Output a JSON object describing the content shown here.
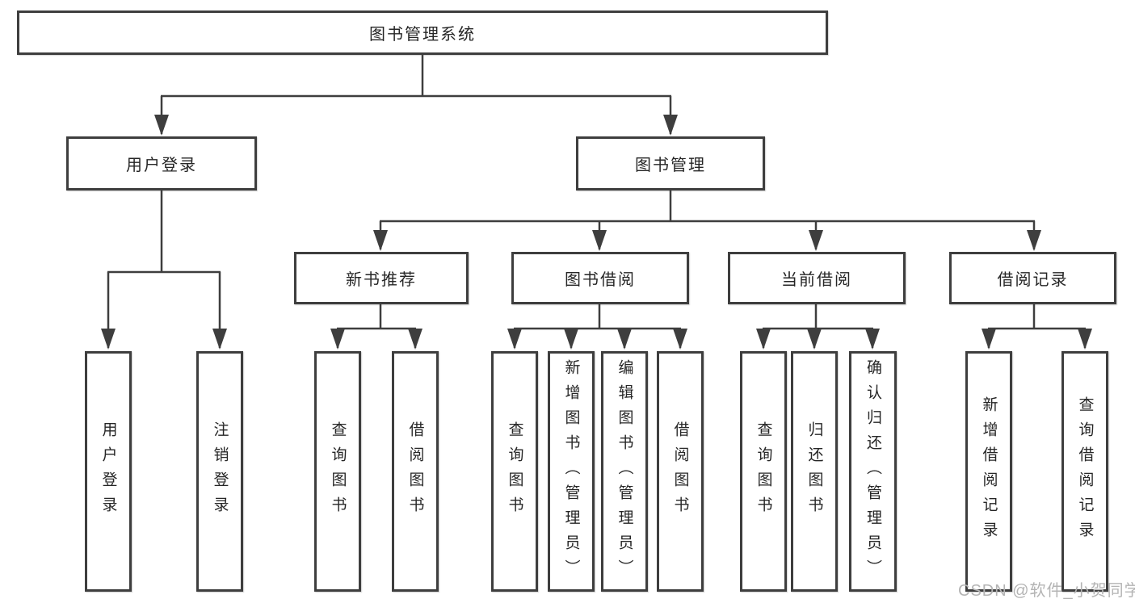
{
  "diagram": {
    "type": "hierarchy",
    "root": {
      "label": "图书管理系统",
      "children": [
        {
          "label": "用户登录",
          "children": [
            {
              "label": "用户登录"
            },
            {
              "label": "注销登录"
            }
          ]
        },
        {
          "label": "图书管理",
          "children": [
            {
              "label": "新书推荐",
              "children": [
                {
                  "label": "查询图书"
                },
                {
                  "label": "借阅图书"
                }
              ]
            },
            {
              "label": "图书借阅",
              "children": [
                {
                  "label": "查询图书"
                },
                {
                  "label": "新增图书（管理员）"
                },
                {
                  "label": "编辑图书（管理员）"
                },
                {
                  "label": "借阅图书"
                }
              ]
            },
            {
              "label": "当前借阅",
              "children": [
                {
                  "label": "查询图书"
                },
                {
                  "label": "归还图书"
                },
                {
                  "label": "确认归还（管理员）"
                }
              ]
            },
            {
              "label": "借阅记录",
              "children": [
                {
                  "label": "新增借阅记录"
                },
                {
                  "label": "查询借阅记录"
                }
              ]
            }
          ]
        }
      ]
    }
  },
  "watermark": {
    "text": "CSDN @软件_小贺同学",
    "color": "#b4b4b4"
  },
  "colors": {
    "line": "#3e3e3e",
    "text": "#262626",
    "background": "#ffffff"
  }
}
